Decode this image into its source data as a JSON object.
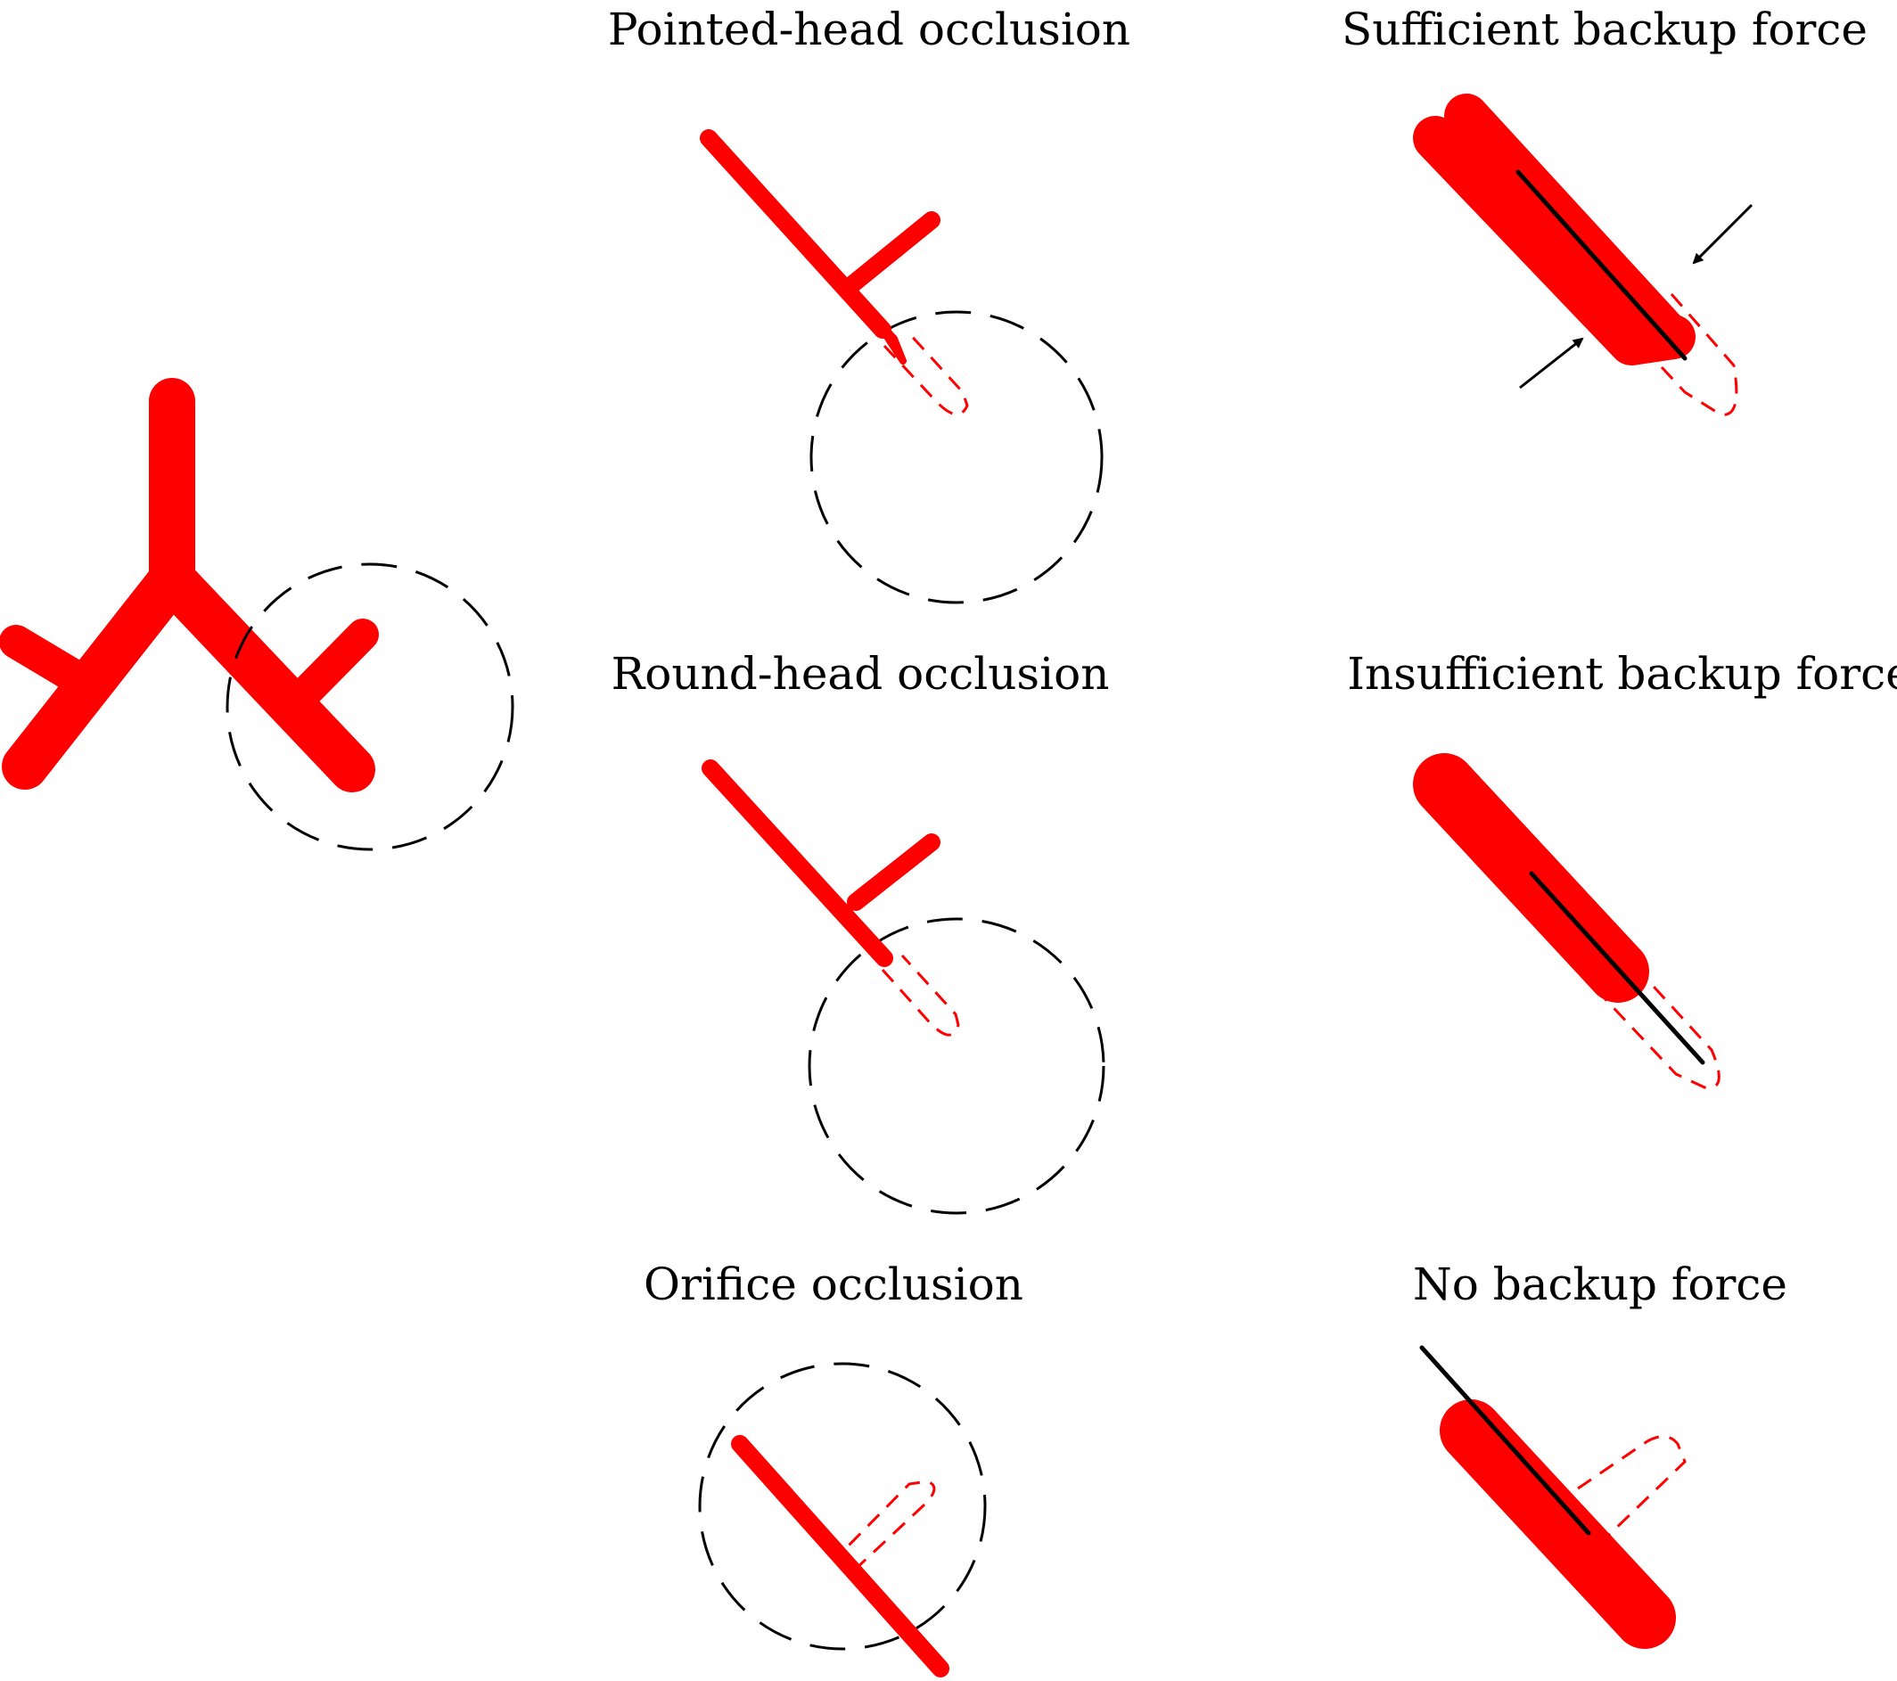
{
  "labels": {
    "pointed_head": "Pointed-head occlusion",
    "round_head": "Round-head occlusion",
    "orifice": "Orifice occlusion",
    "sufficient": "Sufficient backup force",
    "insufficient": "Insufficient backup force",
    "none": "No backup force"
  },
  "colors": {
    "vessel": "#ff0000",
    "guidewire": "#000000",
    "circle": "#000000",
    "background": "#ffffff"
  }
}
